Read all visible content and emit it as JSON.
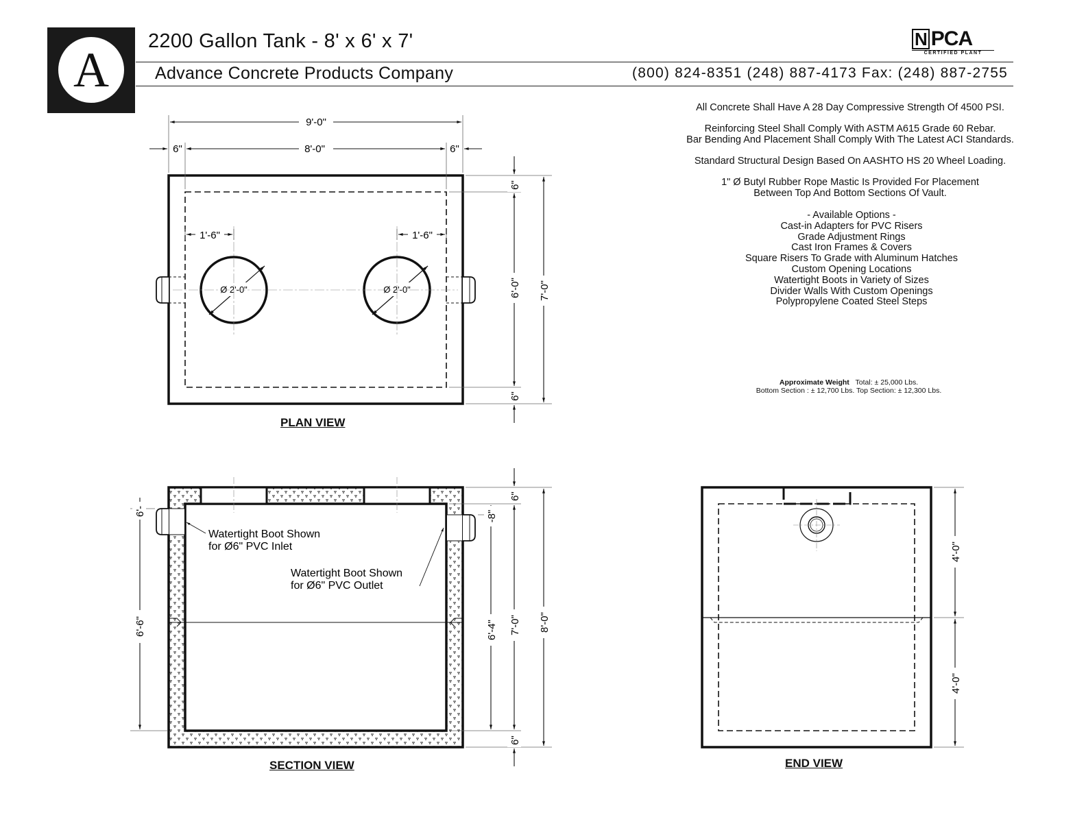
{
  "header": {
    "logo_letter": "A",
    "title": "2200 Gallon Tank - 8' x 6' x 7'",
    "company": "Advance Concrete Products Company",
    "phones": "(800) 824-8351  (248) 887-4173 Fax: (248)  887-2755",
    "badge_main": "PCA",
    "badge_letter": "N",
    "badge_sub": "CERTIFIED PLANT"
  },
  "notes": {
    "strength": "All Concrete Shall Have A 28 Day Compressive Strength Of 4500 PSI.",
    "rebar_1": "Reinforcing Steel Shall Comply With ASTM A615 Grade 60 Rebar.",
    "rebar_2": "Bar Bending And Placement Shall Comply With The Latest ACI Standards.",
    "design": "Standard Structural Design Based On AASHTO HS 20 Wheel Loading.",
    "mastic_1": "1\" Ø Butyl Rubber Rope Mastic Is Provided For Placement",
    "mastic_2": "Between Top And Bottom Sections Of Vault.",
    "options_title": "- Available Options -",
    "options": [
      "Cast-in Adapters for PVC Risers",
      "Grade Adjustment Rings",
      "Cast Iron Frames & Covers",
      "Square Risers To Grade with Aluminum Hatches",
      "Custom Opening Locations",
      "Watertight Boots in Variety of Sizes",
      "Divider Walls With Custom Openings",
      "Polypropylene Coated Steel Steps"
    ],
    "weight_label": "Approximate Weight",
    "weight_total": "Total:  ± 25,000 Lbs.",
    "weight_sections": "Bottom Section : ± 12,700 Lbs.  Top Section: ±  12,300 Lbs."
  },
  "plan_view": {
    "label": "PLAN VIEW",
    "dim_overall": "9'-0\"",
    "dim_inner": "8'-0\"",
    "dim_wall_left": "6\"",
    "dim_wall_right": "6\"",
    "dim_offset_left": "1'-6\"",
    "dim_offset_right": "1'-6\"",
    "opening_left": "Ø 2'-0\"",
    "opening_right": "Ø 2'-0\"",
    "dim_top_wall": "6\"",
    "dim_bottom_wall": "6\"",
    "dim_inner_width": "6'-0\"",
    "dim_outer_width": "7'-0\""
  },
  "section_view": {
    "label": "SECTION VIEW",
    "inlet_note_1": "Watertight Boot Shown",
    "inlet_note_2": "for Ø6\" PVC Inlet",
    "outlet_note_1": "Watertight Boot Shown",
    "outlet_note_2": "for Ø6\" PVC Outlet",
    "dim_inlet_top": "6'-",
    "dim_inlet_height": "6'-6\"",
    "dim_top_slab": "6\"",
    "dim_outlet_drop": "-8\"",
    "dim_outlet_height": "6'-4\"",
    "dim_inner_height": "7'-0\"",
    "dim_outer_height": "8'-0\"",
    "dim_bottom_slab": "6\""
  },
  "end_view": {
    "label": "END VIEW",
    "dim_top_section": "4'-0\"",
    "dim_bottom_section": "4'-0\""
  }
}
